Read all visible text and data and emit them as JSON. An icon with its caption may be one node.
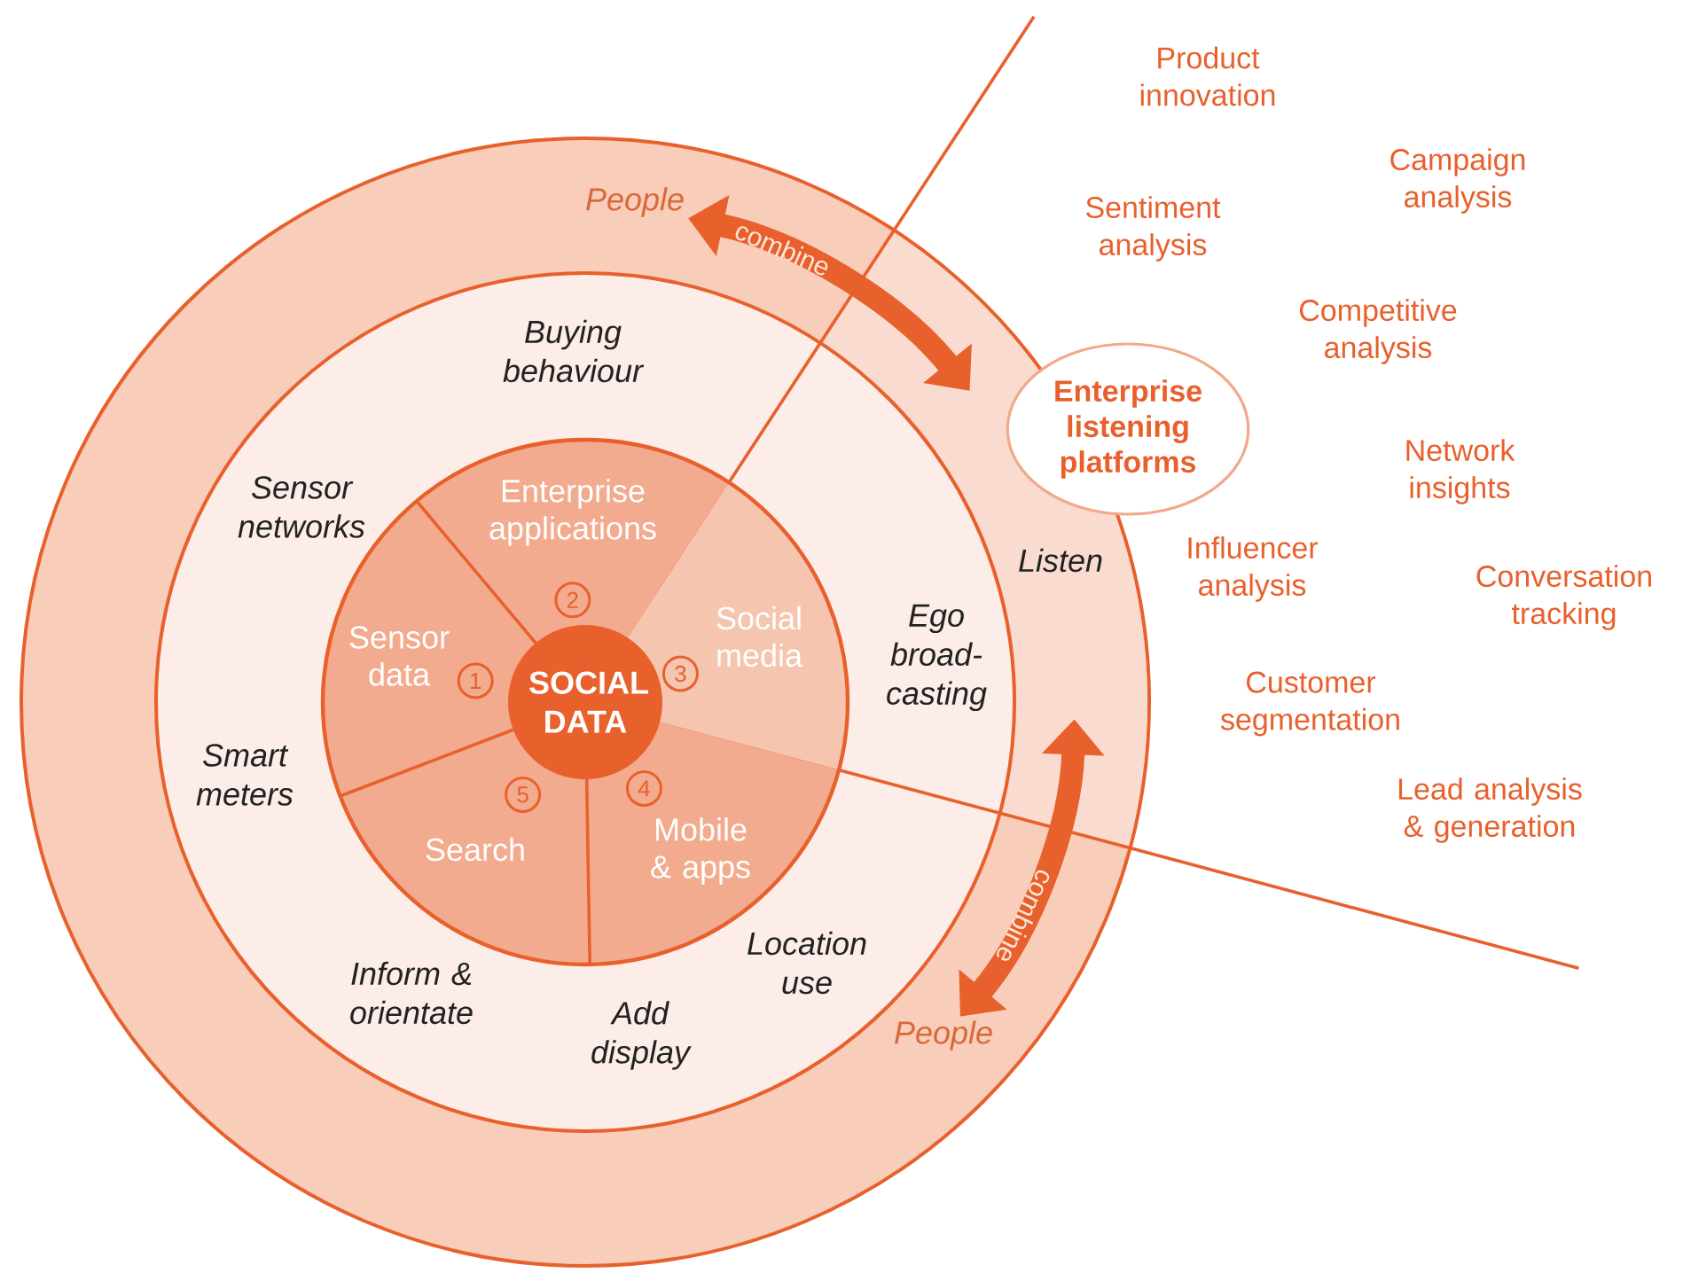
{
  "diagram": {
    "nodes": [
      {
        "text": [
          "SOCIAL DATA"
        ]
      },
      {
        "text": [
          "Sensor data"
        ]
      },
      {
        "text": [
          "Enterprise applications"
        ]
      },
      {
        "text": [
          "Social media"
        ]
      },
      {
        "text": [
          "Mobile & apps"
        ]
      },
      {
        "text": [
          "Search"
        ]
      },
      {
        "text": [
          "1"
        ],
        "in": 1
      },
      {
        "text": [
          "2"
        ],
        "in": 2
      },
      {
        "text": [
          "3"
        ],
        "in": 3
      },
      {
        "text": [
          "4"
        ],
        "in": 4
      },
      {
        "text": [
          "5"
        ],
        "in": 5
      },
      {
        "text": [
          "Enterprise listening platforms"
        ]
      }
    ],
    "labels": [
      "Product innovation",
      "People",
      "Campaign analysis",
      "Sentiment analysis",
      "combine",
      "Competitive analysis",
      "Buying behaviour",
      "Network insights",
      "Sensor networks",
      "Listen",
      "Influencer analysis",
      "Conversation tracking",
      "Ego broad-casting",
      "Customer segmentation",
      "Smart meters",
      "Lead analysis & generation",
      "combine",
      "Location use",
      "Inform & orientate",
      "Add display",
      "People"
    ]
  }
}
